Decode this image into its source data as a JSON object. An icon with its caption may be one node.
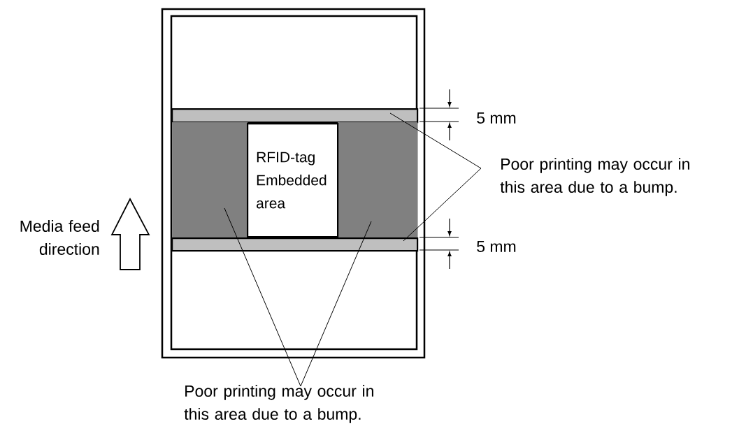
{
  "diagram": {
    "nodes": [
      {
        "text": [],
        "shape": "bar"
      },
      {
        "text": [],
        "shape": "box"
      },
      {
        "text": [
          "RFID-tag Embedded area"
        ]
      },
      {
        "text": [],
        "shape": "box"
      },
      {
        "text": [],
        "shape": "bar"
      },
      {
        "text": [
          "Poor printing may occur in this area due to a bump."
        ]
      },
      {
        "text": [
          "Poor printing may occur in this area due to a bump."
        ]
      }
    ],
    "edges": [
      {
        "from": 5,
        "to": 0,
        "arrow": "none"
      },
      {
        "from": 5,
        "to": 4,
        "arrow": "none"
      },
      {
        "from": 6,
        "to": 1,
        "arrow": "none"
      },
      {
        "from": 6,
        "to": 3,
        "arrow": "none"
      }
    ],
    "labels": [
      "5 mm",
      "Media feed direction",
      "5 mm"
    ]
  }
}
